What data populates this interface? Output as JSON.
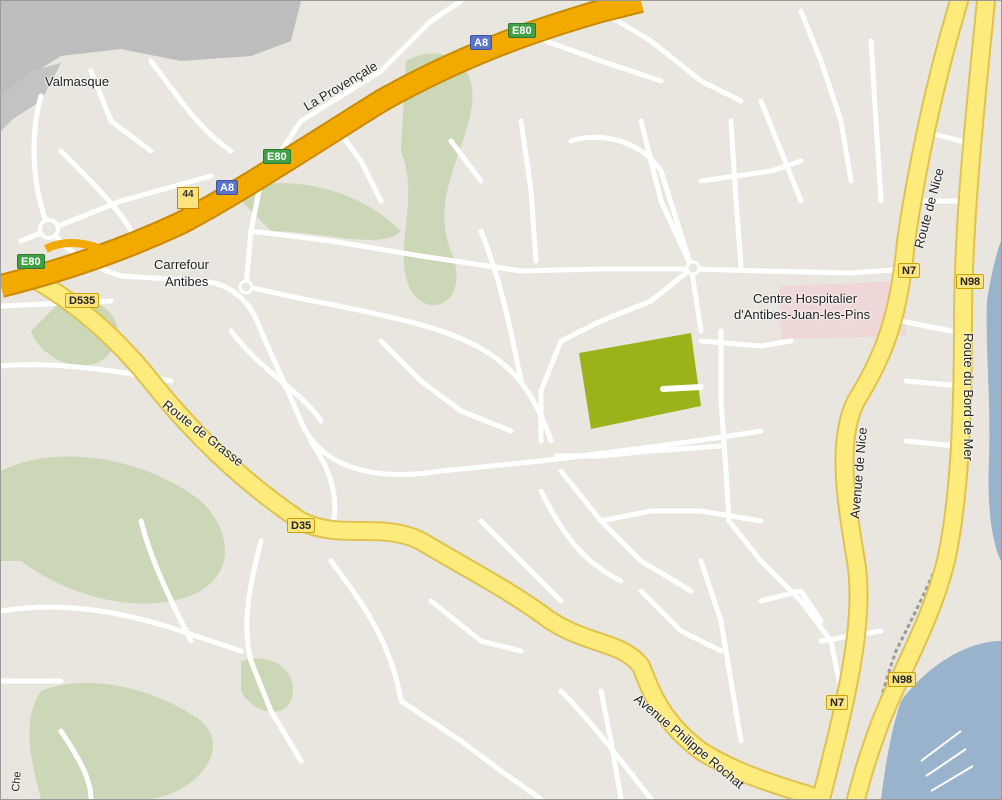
{
  "map": {
    "places": {
      "valmasque": "Valmasque",
      "carrefour": "Carrefour",
      "antibes": "Antibes",
      "hospital_line1": "Centre Hospitalier",
      "hospital_line2": "d'Antibes-Juan-les-Pins"
    },
    "roads": {
      "la_provencale": "La Provençale",
      "route_de_grasse": "Route de Grasse",
      "avenue_philippe_rochat": "Avenue Philippe Rochat",
      "route_de_nice": "Route de Nice",
      "avenue_de_nice": "Avenue de Nice",
      "route_du_bord_de_mer": "Route du Bord de Mer",
      "cut_label": "Che"
    },
    "shields": {
      "e80_top": "E80",
      "a8_top": "A8",
      "e80_mid": "E80",
      "a8_mid": "A8",
      "e80_left": "E80",
      "exit_44": "44",
      "d535": "D535",
      "d35": "D35",
      "n7_upper": "N7",
      "n98_upper": "N98",
      "n7_lower": "N7",
      "n98_lower": "N98"
    },
    "colors": {
      "land": "#e8e6df",
      "minor_road": "#ffffff",
      "highway": "#f2a900",
      "primary_road": "#fdeb7b",
      "park": "#cbd7b6",
      "water": "#99b3cc",
      "hospital_area": "#f0d7d7",
      "sports_field": "#9cb21a",
      "urban_grey": "#bdbdbd"
    }
  }
}
